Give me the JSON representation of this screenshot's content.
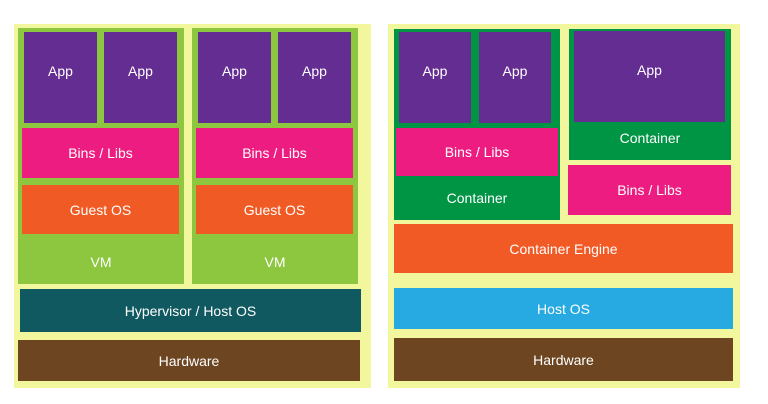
{
  "left": {
    "vm1": {
      "app1": "App",
      "app2": "App",
      "bins": "Bins / Libs",
      "guest_os": "Guest OS",
      "vm": "VM"
    },
    "vm2": {
      "app1": "App",
      "app2": "App",
      "bins": "Bins / Libs",
      "guest_os": "Guest OS",
      "vm": "VM"
    },
    "hypervisor": "Hypervisor / Host OS",
    "hardware": "Hardware"
  },
  "right": {
    "container1": {
      "app1": "App",
      "app2": "App",
      "bins": "Bins / Libs",
      "container": "Container"
    },
    "container2": {
      "app": "App",
      "container": "Container",
      "bins": "Bins / Libs"
    },
    "engine": "Container Engine",
    "host_os": "Host OS",
    "hardware": "Hardware"
  }
}
